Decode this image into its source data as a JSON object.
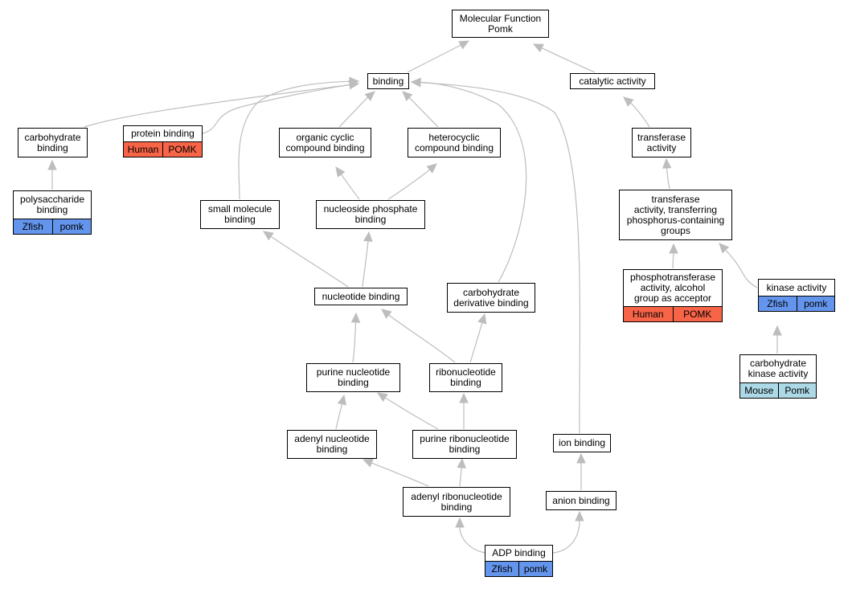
{
  "colors": {
    "edge": "#bdbdbd",
    "human": "#f86447",
    "zfish": "#6495ed",
    "mouse": "#add8e6"
  },
  "nodes": {
    "molecular_function": {
      "lines": [
        "Molecular Function",
        "Pomk"
      ]
    },
    "binding": {
      "lines": [
        "binding"
      ]
    },
    "catalytic_activity": {
      "lines": [
        "catalytic activity"
      ]
    },
    "carbohydrate_binding": {
      "lines": [
        "carbohydrate",
        "binding"
      ]
    },
    "protein_binding": {
      "lines": [
        "protein binding"
      ],
      "species": "Human",
      "gene": "POMK"
    },
    "organic_cyclic": {
      "lines": [
        "organic cyclic",
        "compound binding"
      ]
    },
    "heterocyclic": {
      "lines": [
        "heterocyclic",
        "compound binding"
      ]
    },
    "transferase": {
      "lines": [
        "transferase",
        "activity"
      ]
    },
    "polysaccharide_binding": {
      "lines": [
        "polysaccharide",
        "binding"
      ],
      "species": "Zfish",
      "gene": "pomk"
    },
    "small_molecule": {
      "lines": [
        "small molecule",
        "binding"
      ]
    },
    "nucleoside_phosphate": {
      "lines": [
        "nucleoside phosphate",
        "binding"
      ]
    },
    "transferase_phosphorus": {
      "lines": [
        "transferase",
        "activity, transferring",
        "phosphorus-containing",
        "groups"
      ]
    },
    "phosphotransferase": {
      "lines": [
        "phosphotransferase",
        "activity, alcohol",
        "group as acceptor"
      ],
      "species": "Human",
      "gene": "POMK"
    },
    "kinase_activity": {
      "lines": [
        "kinase activity"
      ],
      "species": "Zfish",
      "gene": "pomk"
    },
    "nucleotide_binding": {
      "lines": [
        "nucleotide binding"
      ]
    },
    "carbohydrate_derivative": {
      "lines": [
        "carbohydrate",
        "derivative binding"
      ]
    },
    "carbohydrate_kinase": {
      "lines": [
        "carbohydrate",
        "kinase activity"
      ],
      "species": "Mouse",
      "gene": "Pomk"
    },
    "purine_nucleotide": {
      "lines": [
        "purine nucleotide",
        "binding"
      ]
    },
    "ribonucleotide": {
      "lines": [
        "ribonucleotide",
        "binding"
      ]
    },
    "adenyl_nucleotide": {
      "lines": [
        "adenyl nucleotide",
        "binding"
      ]
    },
    "purine_ribonucleotide": {
      "lines": [
        "purine ribonucleotide",
        "binding"
      ]
    },
    "ion_binding": {
      "lines": [
        "ion binding"
      ]
    },
    "adenyl_ribonucleotide": {
      "lines": [
        "adenyl ribonucleotide",
        "binding"
      ]
    },
    "anion_binding": {
      "lines": [
        "anion binding"
      ]
    },
    "adp_binding": {
      "lines": [
        "ADP binding"
      ],
      "species": "Zfish",
      "gene": "pomk"
    }
  },
  "edges": [
    [
      "binding",
      "molecular_function"
    ],
    [
      "catalytic_activity",
      "molecular_function"
    ],
    [
      "carbohydrate_binding",
      "binding"
    ],
    [
      "protein_binding",
      "binding"
    ],
    [
      "organic_cyclic",
      "binding"
    ],
    [
      "heterocyclic",
      "binding"
    ],
    [
      "small_molecule",
      "binding"
    ],
    [
      "carbohydrate_derivative",
      "binding"
    ],
    [
      "ion_binding",
      "binding"
    ],
    [
      "transferase",
      "catalytic_activity"
    ],
    [
      "polysaccharide_binding",
      "carbohydrate_binding"
    ],
    [
      "nucleoside_phosphate",
      "organic_cyclic"
    ],
    [
      "nucleoside_phosphate",
      "heterocyclic"
    ],
    [
      "transferase_phosphorus",
      "transferase"
    ],
    [
      "phosphotransferase",
      "transferase_phosphorus"
    ],
    [
      "kinase_activity",
      "transferase_phosphorus"
    ],
    [
      "nucleotide_binding",
      "small_molecule"
    ],
    [
      "nucleotide_binding",
      "nucleoside_phosphate"
    ],
    [
      "carbohydrate_kinase",
      "kinase_activity"
    ],
    [
      "purine_nucleotide",
      "nucleotide_binding"
    ],
    [
      "ribonucleotide",
      "nucleotide_binding"
    ],
    [
      "ribonucleotide",
      "carbohydrate_derivative"
    ],
    [
      "adenyl_nucleotide",
      "purine_nucleotide"
    ],
    [
      "purine_ribonucleotide",
      "purine_nucleotide"
    ],
    [
      "purine_ribonucleotide",
      "ribonucleotide"
    ],
    [
      "adenyl_ribonucleotide",
      "adenyl_nucleotide"
    ],
    [
      "adenyl_ribonucleotide",
      "purine_ribonucleotide"
    ],
    [
      "anion_binding",
      "ion_binding"
    ],
    [
      "adp_binding",
      "adenyl_ribonucleotide"
    ],
    [
      "adp_binding",
      "anion_binding"
    ]
  ]
}
